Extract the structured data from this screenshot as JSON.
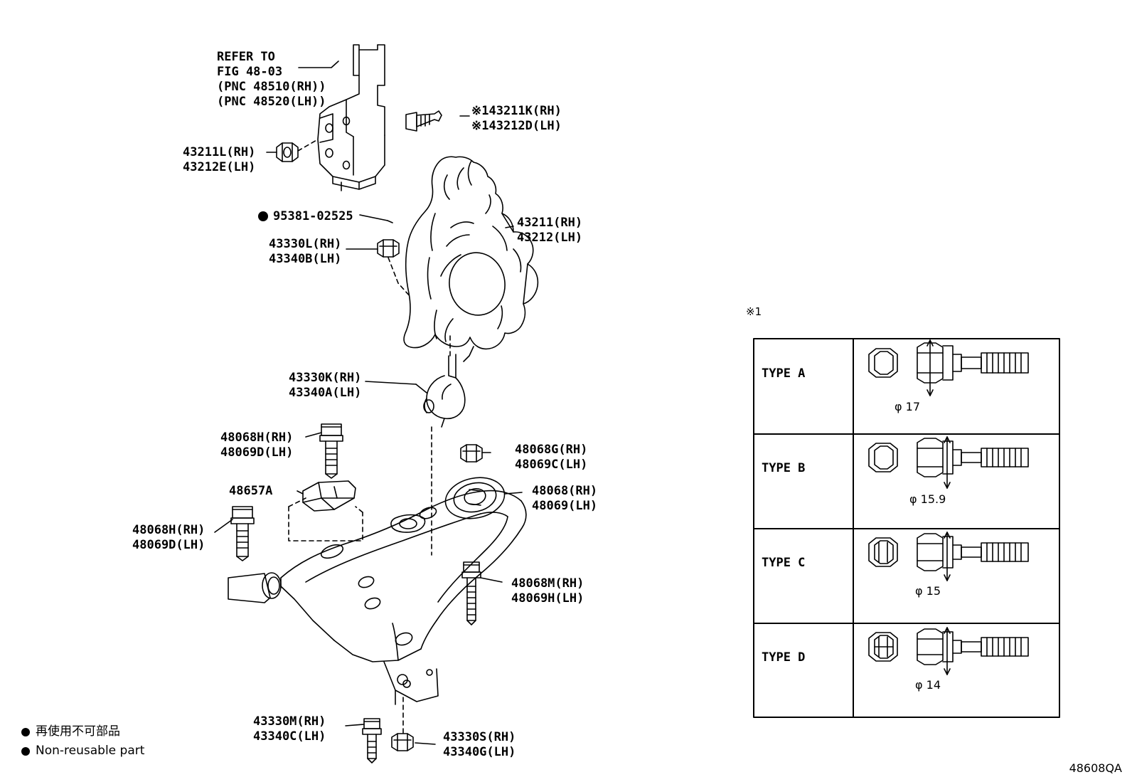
{
  "diagram": {
    "corner_code": "48608QA",
    "legend": {
      "line1": "再使用不可部品",
      "line2": "Non-reusable part"
    },
    "table_mark": "※1",
    "labels": {
      "refer_to": "REFER TO\nFIG 48-03\n(PNC 48510(RH))\n(PNC 48520(LH))",
      "bolt_43211k": "※143211K(RH)\n※143212D(LH)",
      "nut_43211l": "43211L(RH)\n43212E(LH)",
      "clip_95381": "95381-02525",
      "nut_43330l": "43330L(RH)\n43340B(LH)",
      "knuckle_43211": "43211(RH)\n43212(LH)",
      "balljoint_43330k": "43330K(RH)\n43340A(LH)",
      "bolt_48068h_top": "48068H(RH)\n48069D(LH)",
      "bracket_48657a": "48657A",
      "bolt_48068h_left": "48068H(RH)\n48069D(LH)",
      "nut_48068g": "48068G(RH)\n48069C(LH)",
      "bush_48068": "48068(RH)\n48069(LH)",
      "bolt_48068m": "48068M(RH)\n48069H(LH)",
      "bolt_43330m": "43330M(RH)\n43340C(LH)",
      "nut_43330s": "43330S(RH)\n43340G(LH)"
    },
    "table": {
      "rows": [
        {
          "type": "TYPE A",
          "dia": "φ 17"
        },
        {
          "type": "TYPE B",
          "dia": "φ 15.9"
        },
        {
          "type": "TYPE C",
          "dia": "φ 15"
        },
        {
          "type": "TYPE D",
          "dia": "φ 14"
        }
      ]
    }
  }
}
